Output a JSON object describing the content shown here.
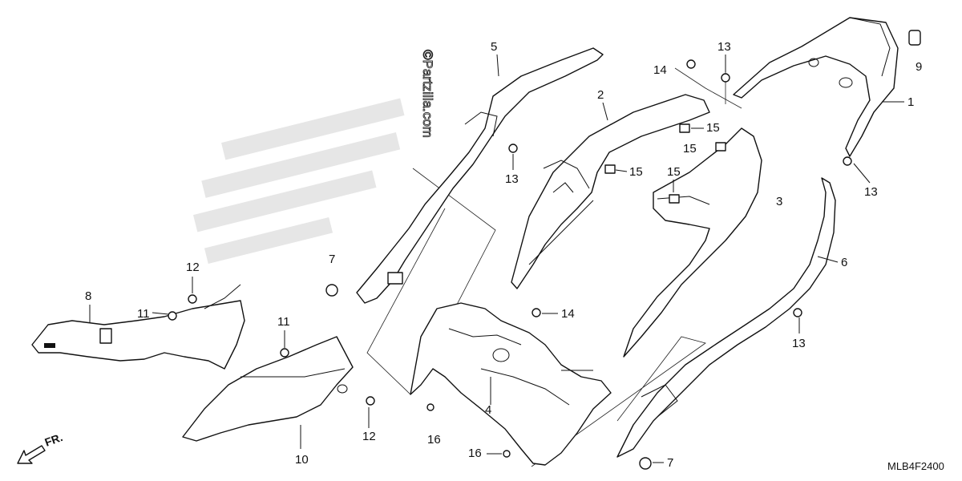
{
  "watermark": "©Partzilla.com",
  "diagram_code": "MLB4F2400",
  "front_indicator": "FR.",
  "callouts": [
    {
      "id": "c1",
      "text": "1"
    },
    {
      "id": "c2",
      "text": "2"
    },
    {
      "id": "c3",
      "text": "3"
    },
    {
      "id": "c4",
      "text": "4"
    },
    {
      "id": "c5",
      "text": "5"
    },
    {
      "id": "c6",
      "text": "6"
    },
    {
      "id": "c7a",
      "text": "7"
    },
    {
      "id": "c7b",
      "text": "7"
    },
    {
      "id": "c8",
      "text": "8"
    },
    {
      "id": "c9",
      "text": "9"
    },
    {
      "id": "c10",
      "text": "10"
    },
    {
      "id": "c11a",
      "text": "11"
    },
    {
      "id": "c11b",
      "text": "11"
    },
    {
      "id": "c12a",
      "text": "12"
    },
    {
      "id": "c12b",
      "text": "12"
    },
    {
      "id": "c13a",
      "text": "13"
    },
    {
      "id": "c13b",
      "text": "13"
    },
    {
      "id": "c13c",
      "text": "13"
    },
    {
      "id": "c13d",
      "text": "13"
    },
    {
      "id": "c14a",
      "text": "14"
    },
    {
      "id": "c14b",
      "text": "14"
    },
    {
      "id": "c15a",
      "text": "15"
    },
    {
      "id": "c15b",
      "text": "15"
    },
    {
      "id": "c15c",
      "text": "15"
    },
    {
      "id": "c15d",
      "text": "15"
    },
    {
      "id": "c16a",
      "text": "16"
    },
    {
      "id": "c16b",
      "text": "16"
    }
  ]
}
